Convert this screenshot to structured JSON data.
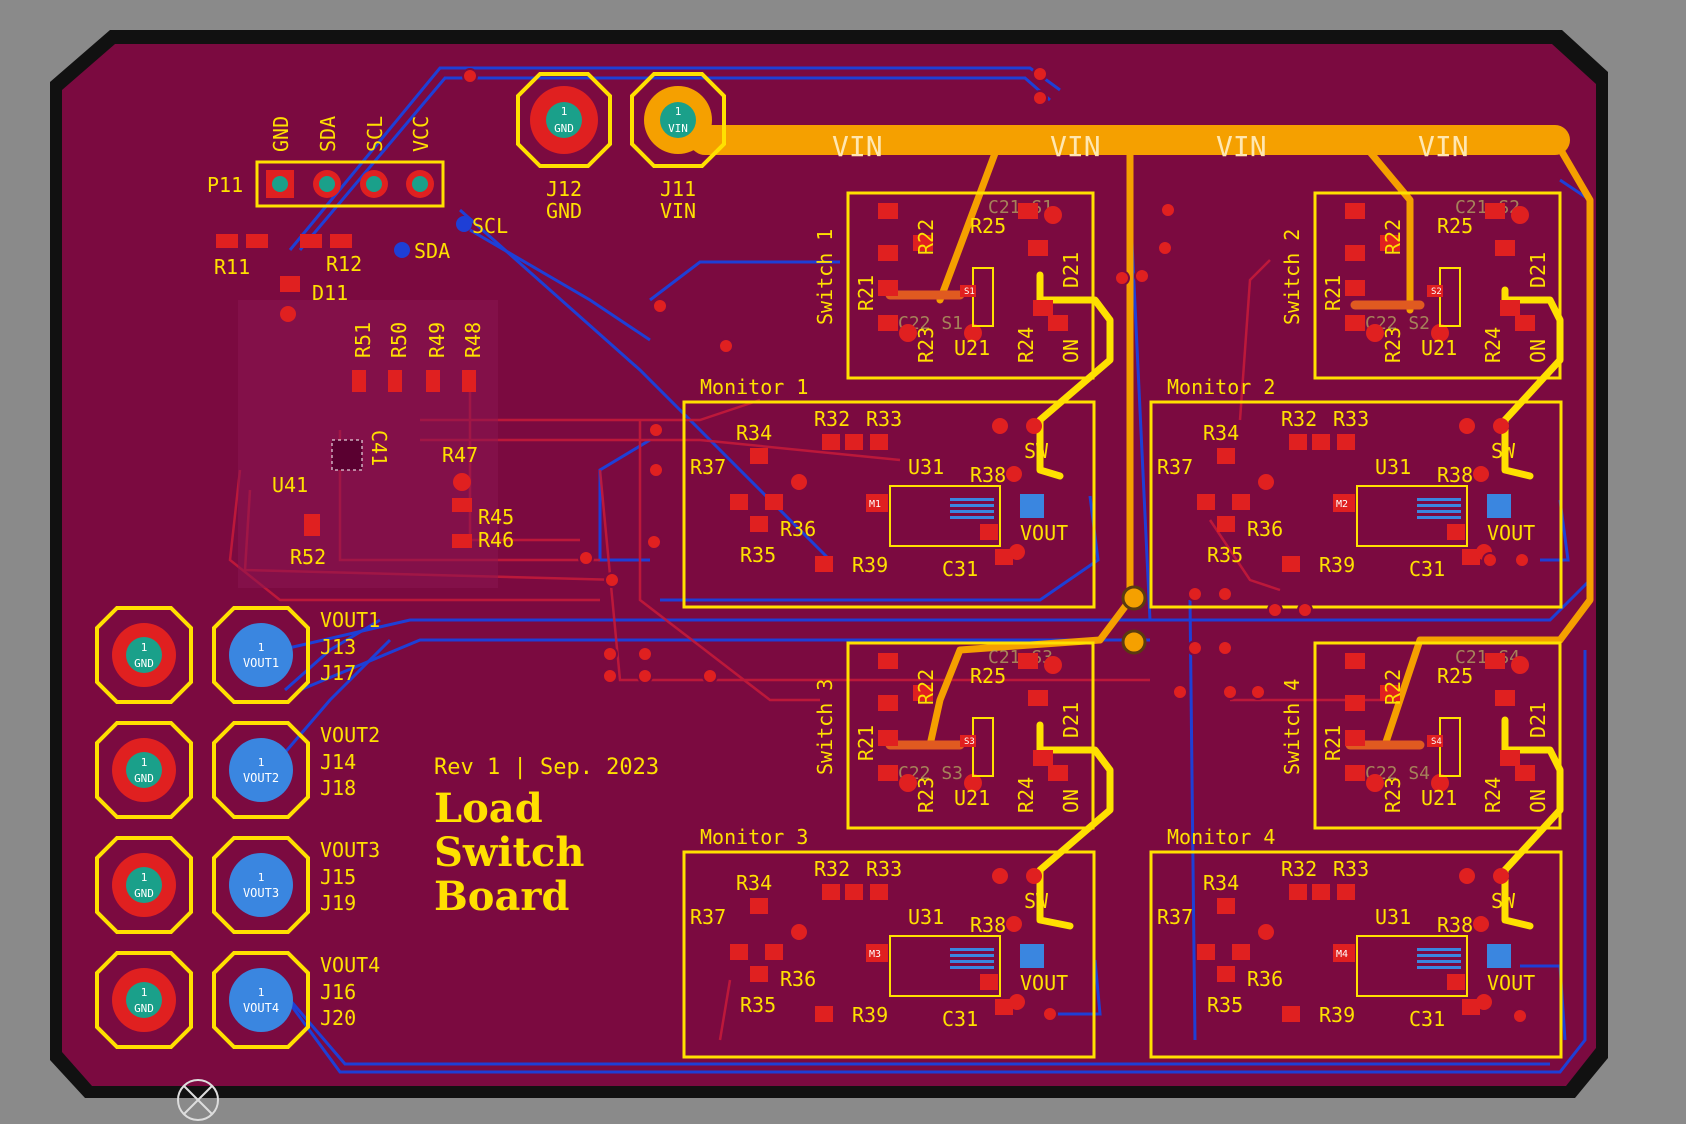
{
  "colors": {
    "background": "#8a8a8a",
    "board": "#7b0a40",
    "outline": "#111111",
    "silkscreen": "#ffe000",
    "top_copper": "#e31b1b",
    "bottom_copper": "#1e3fd6",
    "power_trace": "#f5a000",
    "pad_gnd": "#e02020",
    "pad_vout": "#3a86e0",
    "pad_center": "#1aa08a"
  },
  "header_p11": {
    "ref": "P11",
    "pins": [
      "GND",
      "SDA",
      "SCL",
      "VCC"
    ]
  },
  "net_labels": {
    "scl": "SCL",
    "sda": "SDA",
    "vin": "VIN"
  },
  "connectors_top": [
    {
      "ref": "J12",
      "net": "GND",
      "pin": "1",
      "pad_label": "GND"
    },
    {
      "ref": "J11",
      "net": "VIN",
      "pin": "1",
      "pad_label": "VIN"
    }
  ],
  "i2c_section": {
    "r11": "R11",
    "r12": "R12",
    "d11": "D11",
    "r51": "R51",
    "r50": "R50",
    "r49": "R49",
    "r48": "R48",
    "u41": "U41",
    "c41": "C41",
    "r47": "R47",
    "r45": "R45",
    "r46": "R46",
    "r52": "R52"
  },
  "switches": [
    {
      "label": "Switch 1",
      "s": "S1",
      "c21": "C21 S1",
      "c22": "C22 S1"
    },
    {
      "label": "Switch 2",
      "s": "S2",
      "c21": "C21 S2",
      "c22": "C22 S2"
    },
    {
      "label": "Switch 3",
      "s": "S3",
      "c21": "C21 S3",
      "c22": "C22 S3"
    },
    {
      "label": "Switch 4",
      "s": "S4",
      "c21": "C21 S4",
      "c22": "C22 S4"
    }
  ],
  "switch_parts": {
    "r21": "R21",
    "r22": "R22",
    "r23": "R23",
    "r24": "R24",
    "r25": "R25",
    "u21": "U21",
    "d21": "D21",
    "on": "ON"
  },
  "monitors": [
    {
      "label": "Monitor 1",
      "m": "M1"
    },
    {
      "label": "Monitor 2",
      "m": "M2"
    },
    {
      "label": "Monitor 3",
      "m": "M3"
    },
    {
      "label": "Monitor 4",
      "m": "M4"
    }
  ],
  "monitor_parts": {
    "r32": "R32",
    "r33": "R33",
    "r34": "R34",
    "r35": "R35",
    "r36": "R36",
    "r37": "R37",
    "r38": "R38",
    "r39": "R39",
    "u31": "U31",
    "c31": "C31",
    "sw": "SW",
    "vout": "VOUT"
  },
  "outputs": [
    {
      "vout_label": "VOUT1",
      "pad": "VOUT1",
      "j_a": "J13",
      "j_b": "J17"
    },
    {
      "vout_label": "VOUT2",
      "pad": "VOUT2",
      "j_a": "J14",
      "j_b": "J18"
    },
    {
      "vout_label": "VOUT3",
      "pad": "VOUT3",
      "j_a": "J15",
      "j_b": "J19"
    },
    {
      "vout_label": "VOUT4",
      "pad": "VOUT4",
      "j_a": "J16",
      "j_b": "J20"
    }
  ],
  "gnd_pad_label": "GND",
  "pin_one": "1",
  "revision": "Rev 1 | Sep. 2023",
  "board_title": [
    "Load",
    "Switch",
    "Board"
  ]
}
